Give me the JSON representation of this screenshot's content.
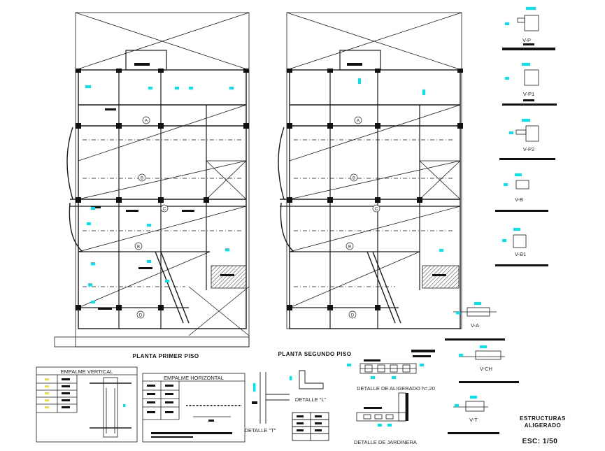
{
  "drawing": {
    "plan_titles": {
      "first_floor": "PLANTA PRIMER PISO",
      "second_floor": "PLANTA SEGUNDO PISO"
    },
    "grid_bubbles": {
      "A": "A",
      "B": "B",
      "C": "C",
      "D": "D"
    },
    "beam_sections": [
      "V-P",
      "V-P1",
      "V-P2",
      "V-B",
      "V-B1",
      "V-A",
      "V-CH",
      "V-T"
    ],
    "tables": {
      "vertical_title": "EMPALME   VERTICAL",
      "horizontal_title": "EMPALME   HORIZONTAL"
    },
    "details": {
      "L": "DETALLE \"L\"",
      "T": "DETALLE \"T\"",
      "aligerado": "DETALLE DE ALIGERADO h=.20",
      "jardinera": "DETALLE DE JARDINERA"
    },
    "title_block": {
      "line1": "ESTRUCTURAS",
      "line2": "ALIGERADO",
      "scale": "ESC: 1/50"
    },
    "colors": {
      "line": "#1a1a1a",
      "accent": "#00e5ee",
      "yellow": "#f2e600",
      "hatch": "#333333"
    }
  }
}
